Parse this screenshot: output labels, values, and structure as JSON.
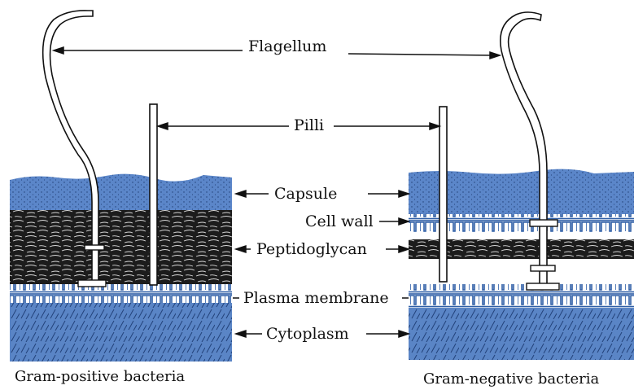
{
  "labels": {
    "flagellum": "Flagellum",
    "pilli": "Pilli",
    "capsule": "Capsule",
    "cell_wall": "Cell wall",
    "peptidoglycan": "Peptidoglycan",
    "plasma_membrane": "Plasma membrane",
    "cytoplasm": "Cytoplasm"
  },
  "captions": {
    "gram_positive": "Gram-positive bacteria",
    "gram_negative": "Gram-negative bacteria"
  },
  "colors": {
    "capsule": "#5b86c9",
    "cytoplasm": "#5a85c6",
    "membrane": "#4e7ec4",
    "wall_layer": "#1c1c1c",
    "line": "#111111"
  }
}
